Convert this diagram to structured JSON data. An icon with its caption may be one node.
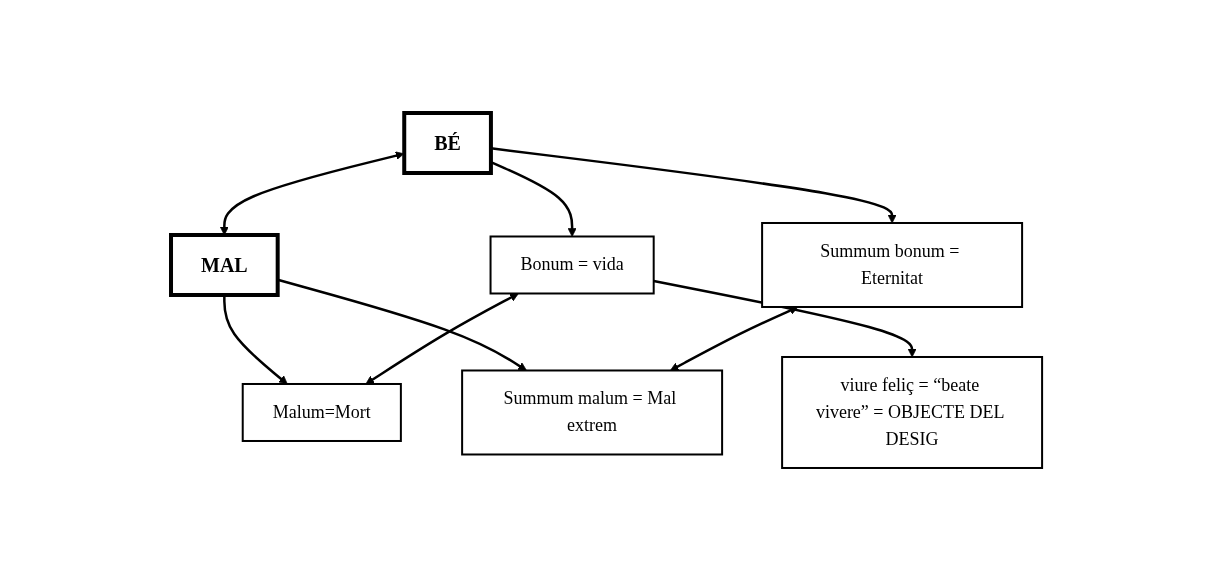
{
  "diagram": {
    "nodes": [
      {
        "text": [
          "BÉ"
        ]
      },
      {
        "text": [
          "MAL"
        ]
      },
      {
        "text": [
          "Bonum = vida"
        ]
      },
      {
        "text": [
          "Malum=Mort"
        ]
      },
      {
        "text": [
          "viure feliç = “beate vivere” = OBJECTE DEL DESIG"
        ]
      },
      {
        "text": [
          "Summum bonum = Eternitat"
        ]
      },
      {
        "text": [
          "Summum malum = Mal extrem"
        ]
      }
    ],
    "edges": [
      {
        "from": 0,
        "to": 1,
        "arrow": "both"
      },
      {
        "from": 0,
        "to": 2,
        "arrow": "to"
      },
      {
        "from": 0,
        "to": 5,
        "arrow": "to"
      },
      {
        "from": 1,
        "to": 3,
        "arrow": "to"
      },
      {
        "from": 1,
        "to": 6,
        "arrow": "to"
      },
      {
        "from": 2,
        "to": 3,
        "arrow": "both"
      },
      {
        "from": 2,
        "to": 4,
        "arrow": "to"
      },
      {
        "from": 5,
        "to": 6,
        "arrow": "both"
      }
    ]
  }
}
